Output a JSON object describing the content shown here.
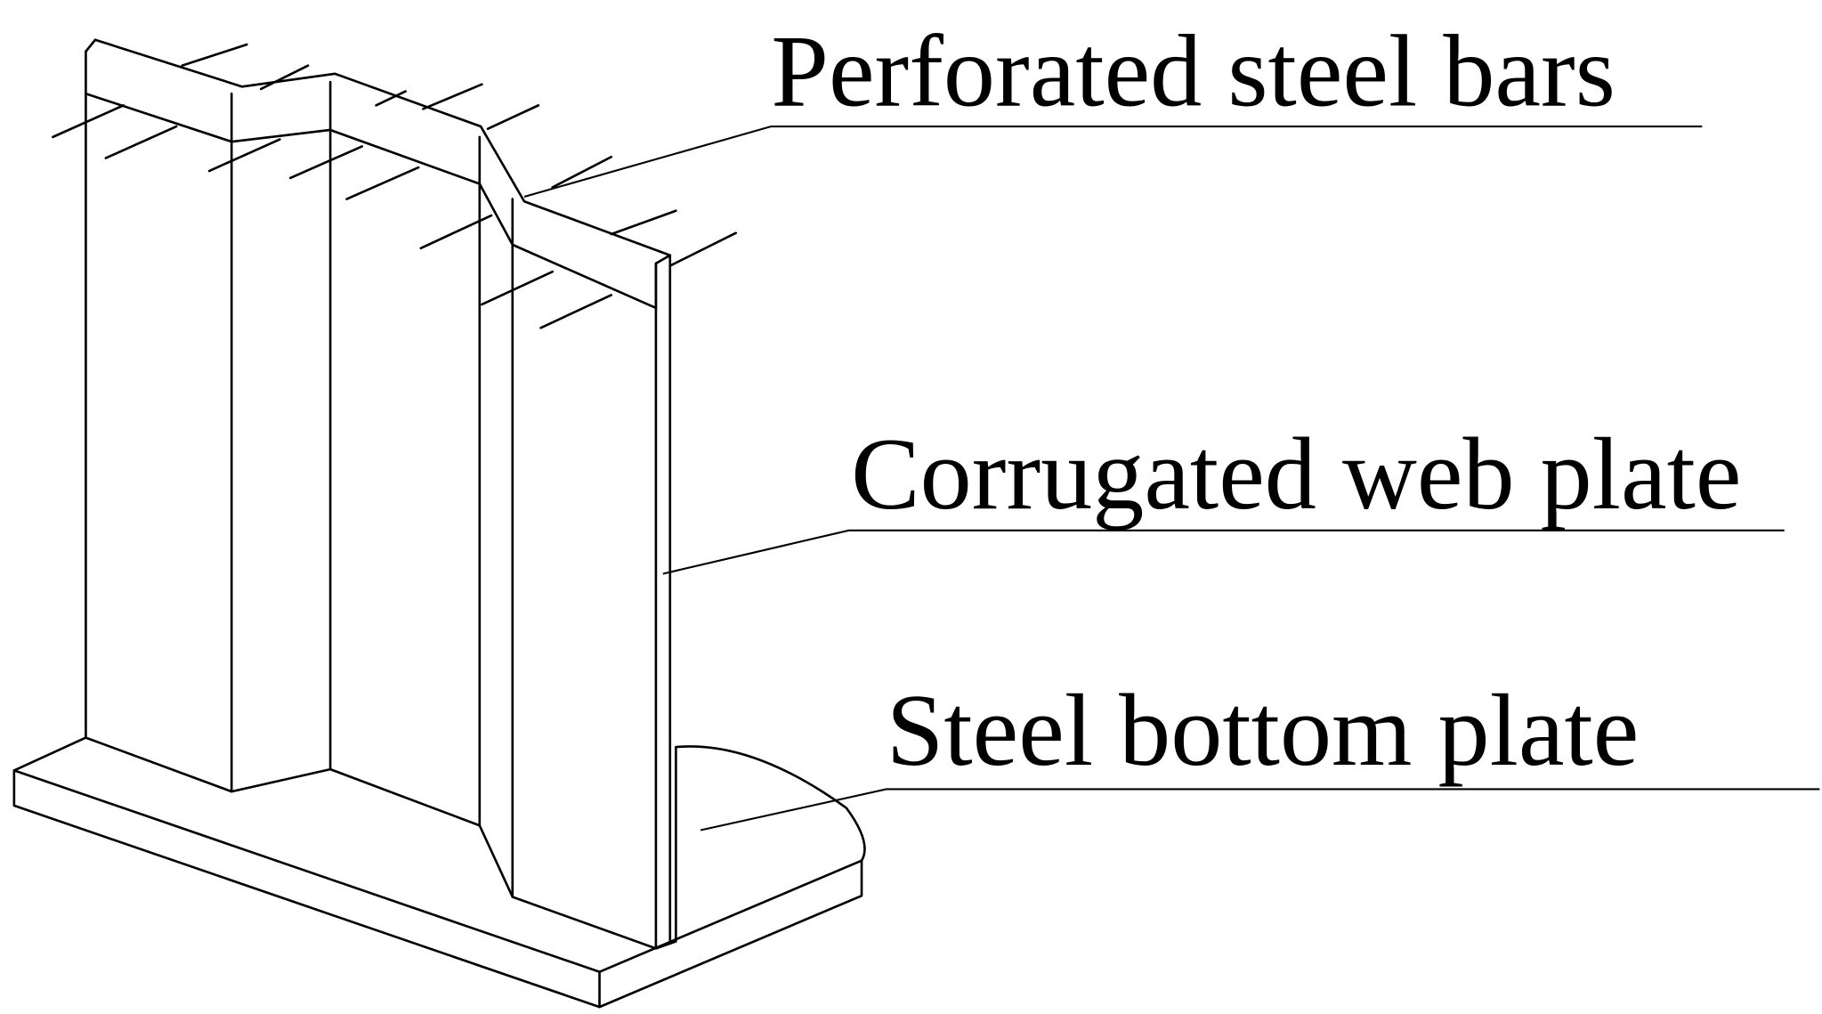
{
  "labels": {
    "perforated_steel_bars": "Perforated steel bars",
    "corrugated_web_plate": "Corrugated web plate",
    "steel_bottom_plate": "Steel bottom plate"
  },
  "colors": {
    "line": "#000000",
    "background": "#ffffff"
  }
}
